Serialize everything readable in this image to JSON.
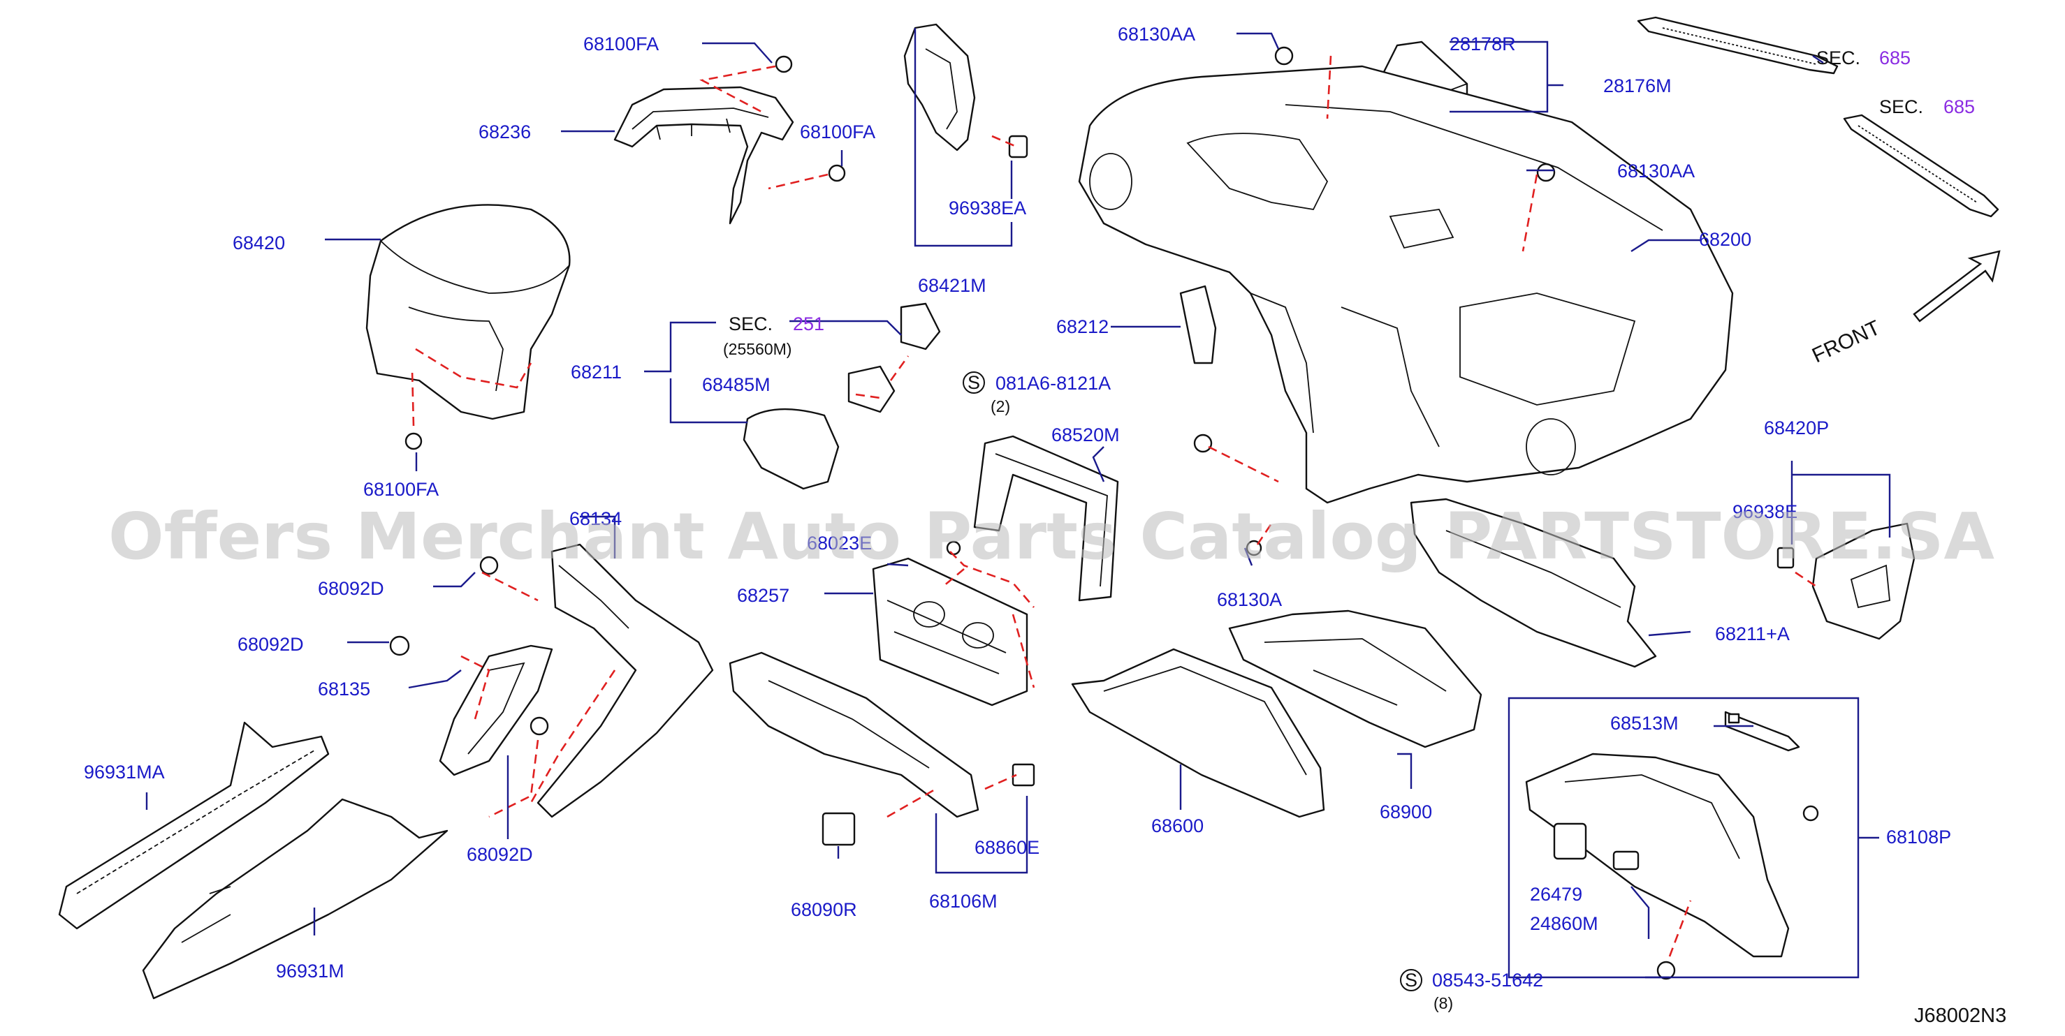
{
  "watermark": "Offers Merchant Auto Parts Catalog PARTSTORE.SA",
  "diagram_code": "J68002N3",
  "front_label": "FRONT",
  "parts": {
    "p68100FA_top": "68100FA",
    "p68236": "68236",
    "p68100FA_right": "68100FA",
    "p68420": "68420",
    "p68100FA_bottom": "68100FA",
    "p96938EA": "96938EA",
    "p68421M": "68421M",
    "p68130AA_top": "68130AA",
    "p28178R": "28178R",
    "p28176M": "28176M",
    "p68130AA_right": "68130AA",
    "p68200": "68200",
    "p68212": "68212",
    "p68211": "68211",
    "sec251_prefix": "SEC.",
    "sec251_num": "251",
    "sec251_sub": "(25560M)",
    "p68485M": "68485M",
    "s_code1": "S",
    "p081A6": "081A6-8121A",
    "p081A6_qty": "(2)",
    "p68520M": "68520M",
    "p68134": "68134",
    "p68092D_a": "68092D",
    "p68092D_b": "68092D",
    "p68135": "68135",
    "p68092D_c": "68092D",
    "p96931MA": "96931MA",
    "p96931M": "96931M",
    "p68023E": "68023E",
    "p68257": "68257",
    "p68130A": "68130A",
    "p68860E": "68860E",
    "p68106M": "68106M",
    "p68090R": "68090R",
    "p68600": "68600",
    "p68900": "68900",
    "p68420P": "68420P",
    "p96938E": "96938E",
    "p68211A": "68211+A",
    "p68513M": "68513M",
    "p68108P": "68108P",
    "p26479": "26479",
    "p24860M": "24860M",
    "s_code2": "S",
    "p08543": "08543-51642",
    "p08543_qty": "(8)",
    "sec685_a_prefix": "SEC.",
    "sec685_a_num": "685",
    "sec685_b_prefix": "SEC.",
    "sec685_b_num": "685"
  },
  "colors": {
    "label_blue": "#1a1ac8",
    "leader": "#1a1a8c",
    "dashed_red": "#e02020",
    "section_purple": "#8a2be2",
    "watermark_gray": "#bdbdbd"
  }
}
